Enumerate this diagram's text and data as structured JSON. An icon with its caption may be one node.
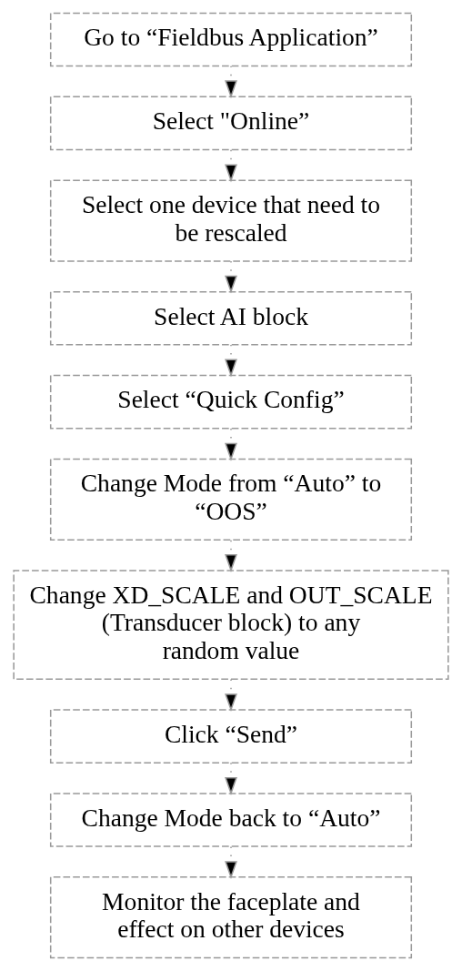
{
  "diagram": {
    "nodes": [
      {
        "text": [
          "Go to “Fieldbus Application”"
        ]
      },
      {
        "text": [
          "Select \"Online”"
        ]
      },
      {
        "text": [
          "Select one device that need to be rescaled"
        ]
      },
      {
        "text": [
          "Select AI block"
        ]
      },
      {
        "text": [
          "Select “Quick Config”"
        ]
      },
      {
        "text": [
          "Change Mode from “Auto” to “OOS”"
        ]
      },
      {
        "text": [
          "Change XD_SCALE and OUT_SCALE (Transducer block) to any random value"
        ]
      },
      {
        "text": [
          "Click “Send”"
        ]
      },
      {
        "text": [
          "Change Mode back to “Auto”"
        ]
      },
      {
        "text": [
          "Monitor the faceplate and effect on other devices"
        ]
      }
    ],
    "edges": [
      {
        "from": 0,
        "to": 1,
        "arrow": "to"
      },
      {
        "from": 1,
        "to": 2,
        "arrow": "to"
      },
      {
        "from": 2,
        "to": 3,
        "arrow": "to"
      },
      {
        "from": 3,
        "to": 4,
        "arrow": "to"
      },
      {
        "from": 4,
        "to": 5,
        "arrow": "to"
      },
      {
        "from": 5,
        "to": 6,
        "arrow": "to"
      },
      {
        "from": 6,
        "to": 7,
        "arrow": "to"
      },
      {
        "from": 7,
        "to": 8,
        "arrow": "to"
      },
      {
        "from": 8,
        "to": 9,
        "arrow": "to"
      }
    ]
  }
}
